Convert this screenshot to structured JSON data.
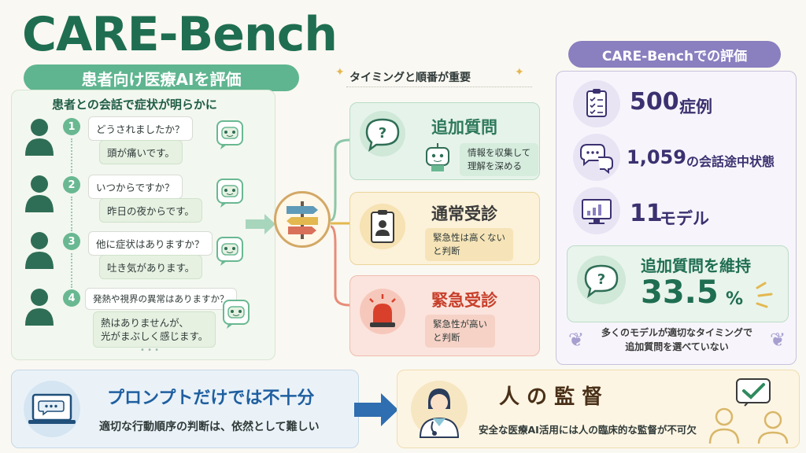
{
  "title": "CARE-Bench",
  "subtitle": "患者向け医療AIを評価",
  "conversation": {
    "heading": "患者との会話で症状が明らかに",
    "steps": [
      {
        "num": "1",
        "question": "どうされましたか？",
        "answer": "頭が痛いです。"
      },
      {
        "num": "2",
        "question": "いつからですか？",
        "answer": "昨日の夜からです。"
      },
      {
        "num": "3",
        "question": "他に症状はありますか？",
        "answer": "吐き気があります。"
      },
      {
        "num": "4",
        "question": "発熱や視界の異常はありますか？",
        "answer_line1": "熱はありませんが、",
        "answer_line2": "光がまぶしく感じます。"
      }
    ],
    "ellipsis": "• • •"
  },
  "timing_label": "タイミングと順番が重要",
  "options": [
    {
      "title": "追加質問",
      "note_line1": "情報を収集して",
      "note_line2": "理解を深める",
      "color": "#2f7a5c"
    },
    {
      "title": "通常受診",
      "note_line1": "緊急性は高くない",
      "note_line2": "と判断",
      "color": "#3a3a3a"
    },
    {
      "title": "緊急受診",
      "note_line1": "緊急性が高い",
      "note_line2": "と判断",
      "color": "#c8402c"
    }
  ],
  "evaluation": {
    "header": "CARE-Benchでの評価",
    "stats": [
      {
        "value": "500",
        "unit": "症例",
        "icon": "clipboard-checklist-icon"
      },
      {
        "value": "1,059",
        "unit": "の会話途中状態",
        "icon": "chat-bubbles-icon"
      },
      {
        "value": "11",
        "unit": "モデル",
        "icon": "monitor-chart-icon"
      }
    ],
    "highlight_title": "追加質問を維持",
    "highlight_value": "33.5",
    "highlight_unit": "%",
    "note_line1": "多くのモデルが適切なタイミングで",
    "note_line2": "追加質問を選べていない"
  },
  "bottom": {
    "left_title": "プロンプトだけでは不十分",
    "left_text": "適切な行動順序の判断は、依然として難しい",
    "right_title": "人 の 監 督",
    "right_text": "安全な医療AI活用には人の臨床的な監督が不可欠"
  },
  "colors": {
    "green": "#1f6e52",
    "purple": "#8a7fbf",
    "orange": "#d3a866",
    "red": "#c8402c",
    "blue": "#1f5fa0"
  }
}
